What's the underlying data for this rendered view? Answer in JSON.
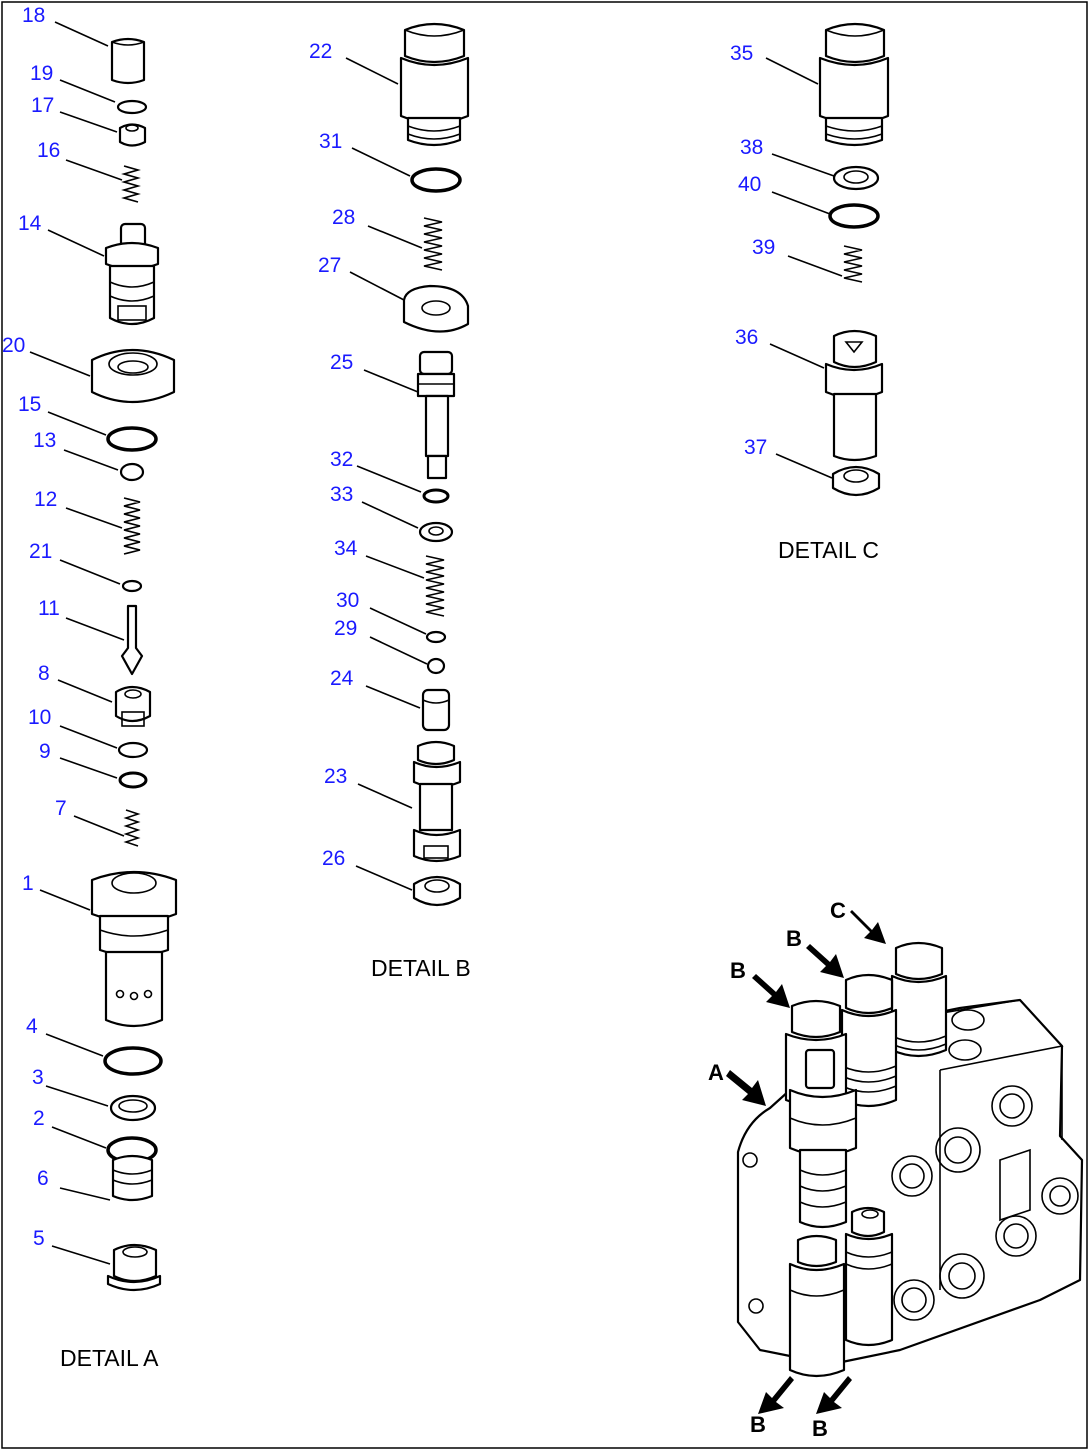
{
  "titles": {
    "detail_a": "DETAIL A",
    "detail_b": "DETAIL B",
    "detail_c": "DETAIL C"
  },
  "view_letters": {
    "a": "A",
    "b_left": "B",
    "b_top": "B",
    "c": "C",
    "b_bottom_left": "B",
    "b_bottom_right": "B"
  },
  "callouts": {
    "p18": "18",
    "p19": "19",
    "p17": "17",
    "p16": "16",
    "p14": "14",
    "p20": "20",
    "p15": "15",
    "p13": "13",
    "p12": "12",
    "p21": "21",
    "p11": "11",
    "p8": "8",
    "p10": "10",
    "p9": "9",
    "p7": "7",
    "p1": "1",
    "p4": "4",
    "p3": "3",
    "p2": "2",
    "p6": "6",
    "p5": "5",
    "p22": "22",
    "p31": "31",
    "p28": "28",
    "p27": "27",
    "p25": "25",
    "p32": "32",
    "p33": "33",
    "p34": "34",
    "p30": "30",
    "p29": "29",
    "p24": "24",
    "p23": "23",
    "p26": "26",
    "p35": "35",
    "p38": "38",
    "p40": "40",
    "p39": "39",
    "p36": "36",
    "p37": "37"
  }
}
